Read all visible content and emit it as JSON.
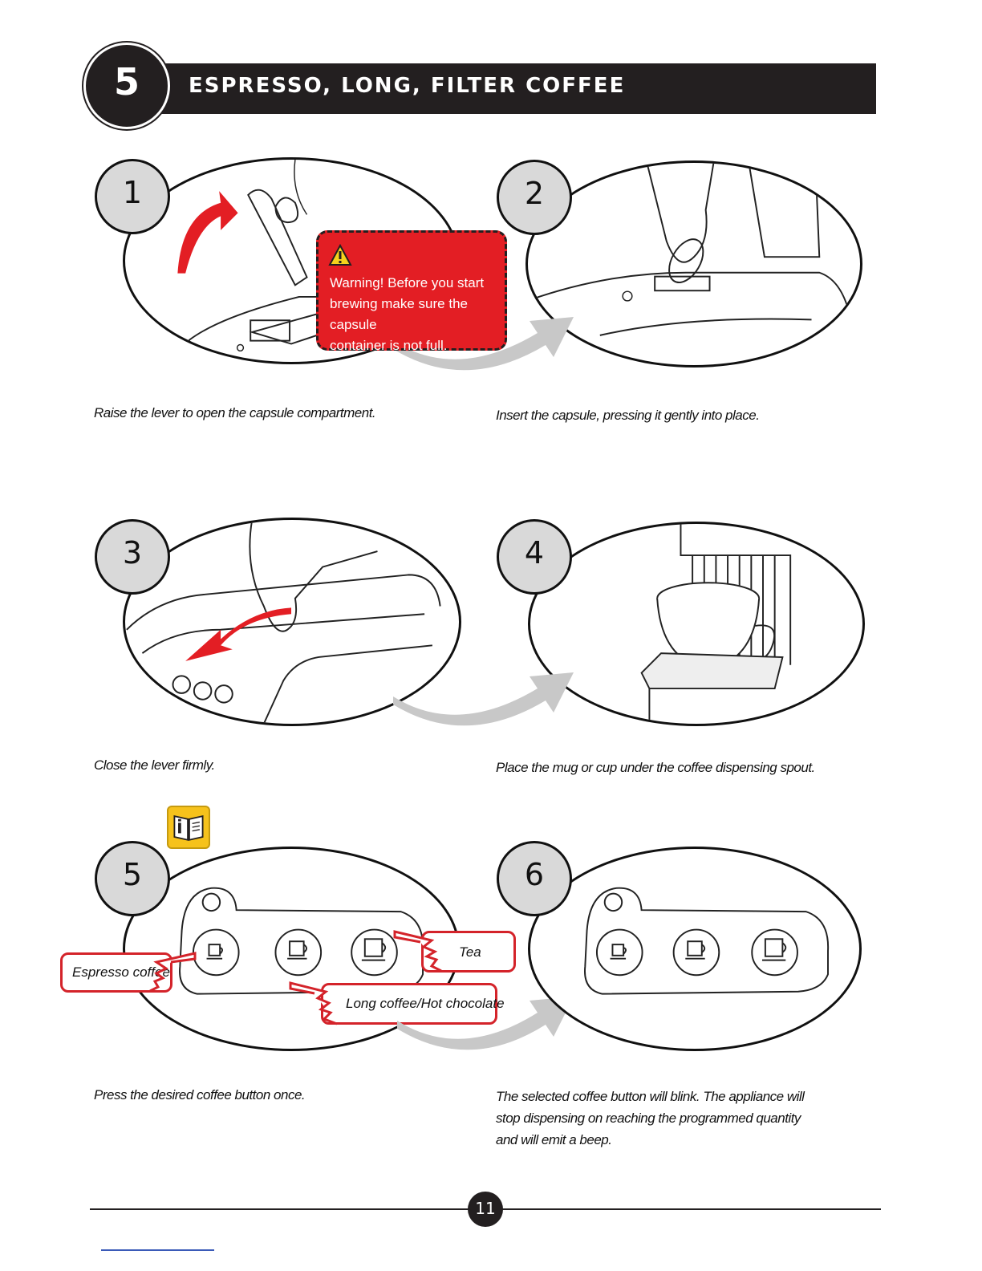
{
  "section": {
    "number": "5",
    "title": "ESPRESSO, LONG, FILTER COFFEE"
  },
  "steps": [
    {
      "number": "1",
      "caption": "Raise the lever to open the capsule compartment."
    },
    {
      "number": "2",
      "caption": "Insert the capsule, pressing it gently into place."
    },
    {
      "number": "3",
      "caption": "Close the lever firmly."
    },
    {
      "number": "4",
      "caption": "Place the mug or cup under the coffee dispensing spout."
    },
    {
      "number": "5",
      "caption": "Press the desired coffee button once."
    },
    {
      "number": "6",
      "caption": "The selected coffee button will blink. The appliance will stop dispensing on reaching the programmed quantity and will emit a beep."
    }
  ],
  "warning": {
    "line1": "Warning! Before you start",
    "line2": "brewing make sure the capsule",
    "line3": "container is not full.",
    "icon": "warning-triangle-icon"
  },
  "callouts": {
    "espresso": "Espresso coffee",
    "tea": "Tea",
    "long": "Long coffee/Hot chocolate"
  },
  "info_icon": "info-book-icon",
  "page_number": "11",
  "colors": {
    "header": "#231f20",
    "warning": "#e31e24",
    "callout_border": "#d4232a",
    "arrow_red": "#e31e24",
    "arrow_grey": "#c8c8c8",
    "info_icon": "#f6c21c"
  }
}
